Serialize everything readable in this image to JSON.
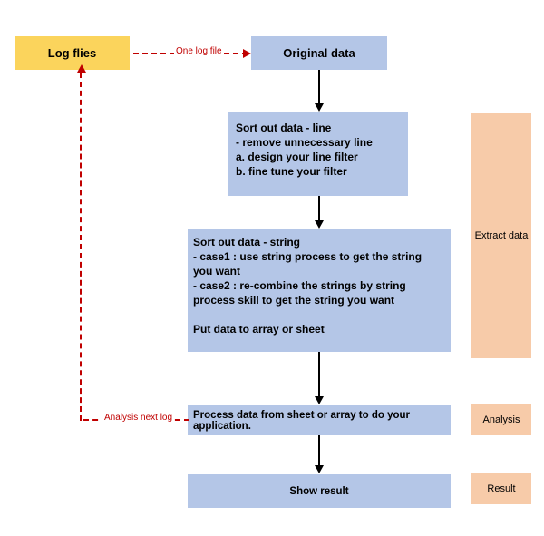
{
  "diagram": {
    "title": "Log file processing flowchart",
    "colors": {
      "source_fill": "#fbd45c",
      "process_fill": "#b4c6e7",
      "stage_fill": "#f7cba9",
      "arrow": "#000000",
      "dashed_arrow": "#c00000"
    },
    "nodes": {
      "log_files": "Log flies",
      "original_data": "Original data",
      "sort_line": "Sort out data - line\n- remove unnecessary line\n  a. design your line filter\n  b. fine tune your filter",
      "sort_string": "Sort out data - string\n- case1 : use string process to get the string you want\n- case2 : re-combine the strings by string process skill to get the string you want\n\nPut data to array or sheet",
      "process_data": "Process data from sheet or array to do your application.",
      "show_result": "Show result"
    },
    "stages": {
      "extract_data": "Extract data",
      "analysis": "Analysis",
      "result": "Result"
    },
    "edge_labels": {
      "one_log_file": "One log file",
      "analysis_next_log": "Analysis next log"
    }
  }
}
